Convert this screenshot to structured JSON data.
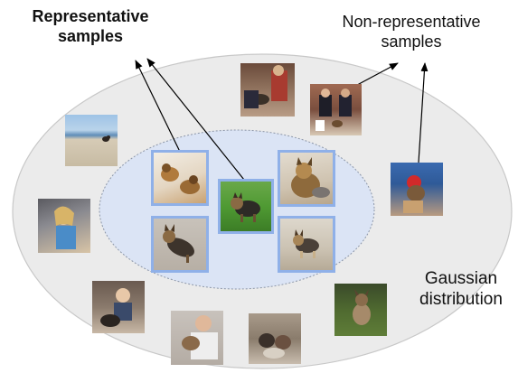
{
  "labels": {
    "representative": "Representative samples",
    "non_representative": "Non-representative samples",
    "gaussian": "Gaussian distribution"
  },
  "colors": {
    "outer_ellipse_fill": "#ebebeb",
    "outer_ellipse_stroke": "#c8c8c8",
    "inner_ellipse_fill": "#dbe4f5",
    "inner_ellipse_stroke": "#8c96a8",
    "representative_border": "#8fb0e8",
    "arrow": "#000000"
  },
  "photos": {
    "representative": [
      {
        "name": "rep-photo-two-puppies",
        "icon": "dog-photo"
      },
      {
        "name": "rep-photo-yorkie-grass",
        "icon": "dog-photo"
      },
      {
        "name": "rep-photo-yorkie-sitting",
        "icon": "dog-photo"
      },
      {
        "name": "rep-photo-yorkie-carpet",
        "icon": "dog-photo"
      },
      {
        "name": "rep-photo-yorkie-running",
        "icon": "dog-photo"
      }
    ],
    "non_representative": [
      {
        "name": "photo-beach-dog",
        "icon": "dog-photo"
      },
      {
        "name": "photo-people-with-dog",
        "icon": "dog-photo"
      },
      {
        "name": "photo-dog-show",
        "icon": "dog-photo"
      },
      {
        "name": "photo-dog-costume",
        "icon": "dog-photo"
      },
      {
        "name": "photo-woman-car",
        "icon": "dog-photo"
      },
      {
        "name": "photo-child-dog",
        "icon": "dog-photo"
      },
      {
        "name": "photo-man-holding-dog",
        "icon": "dog-photo"
      },
      {
        "name": "photo-dogs-on-couch",
        "icon": "dog-photo"
      },
      {
        "name": "photo-dog-on-grass",
        "icon": "dog-photo"
      }
    ]
  }
}
